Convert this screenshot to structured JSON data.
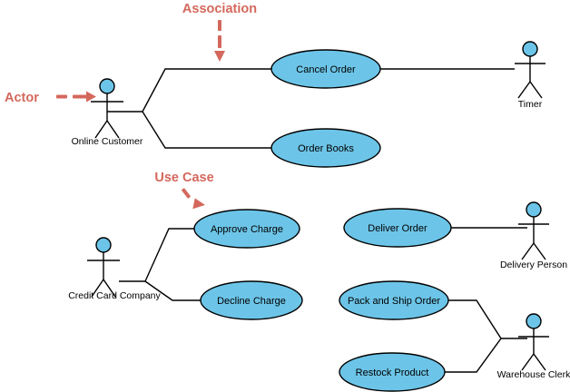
{
  "diagram": {
    "type": "uml-use-case-diagram",
    "background_color": "#ffffff",
    "usecase_fill": "#6CC5E8",
    "usecase_stroke": "#000000",
    "actor_head_fill": "#6CC5E8",
    "line_color": "#000000",
    "annotation_color": "#D4685C"
  },
  "annotations": [
    {
      "id": "actor",
      "label": "Actor",
      "points_to": "online-customer-actor"
    },
    {
      "id": "association",
      "label": "Association",
      "points_to": "association-line"
    },
    {
      "id": "use-case",
      "label": "Use Case",
      "points_to": "approve-charge-usecase"
    }
  ],
  "actors": [
    {
      "id": "online-customer",
      "label": "Online Customer"
    },
    {
      "id": "timer",
      "label": "Timer"
    },
    {
      "id": "credit-card-company",
      "label": "Credit Card Company"
    },
    {
      "id": "delivery-person",
      "label": "Delivery Person"
    },
    {
      "id": "warehouse-clerk",
      "label": "Warehouse Clerk"
    }
  ],
  "use_cases": [
    {
      "id": "cancel-order",
      "label": "Cancel Order"
    },
    {
      "id": "order-books",
      "label": "Order Books"
    },
    {
      "id": "approve-charge",
      "label": "Approve Charge"
    },
    {
      "id": "decline-charge",
      "label": "Decline Charge"
    },
    {
      "id": "deliver-order",
      "label": "Deliver Order"
    },
    {
      "id": "pack-and-ship-order",
      "label": "Pack and Ship Order"
    },
    {
      "id": "restock-product",
      "label": "Restock Product"
    }
  ],
  "associations": [
    {
      "from": "online-customer",
      "to": "cancel-order"
    },
    {
      "from": "online-customer",
      "to": "order-books"
    },
    {
      "from": "cancel-order",
      "to": "timer"
    },
    {
      "from": "credit-card-company",
      "to": "approve-charge"
    },
    {
      "from": "credit-card-company",
      "to": "decline-charge"
    },
    {
      "from": "deliver-order",
      "to": "delivery-person"
    },
    {
      "from": "pack-and-ship-order",
      "to": "warehouse-clerk"
    },
    {
      "from": "restock-product",
      "to": "warehouse-clerk"
    }
  ]
}
